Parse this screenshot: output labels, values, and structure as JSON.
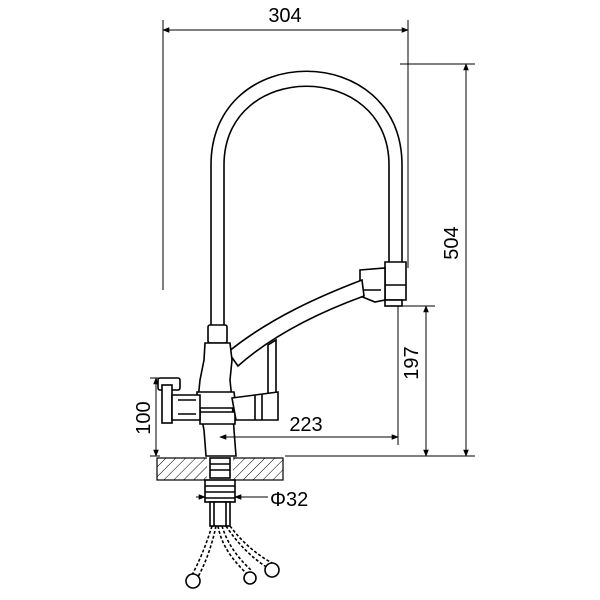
{
  "dimensions": {
    "overall_width": "304",
    "overall_height": "504",
    "spout_height": "197",
    "spout_reach": "223",
    "body_height": "100",
    "shank_diameter": "Φ32"
  },
  "colors": {
    "line": "#000000",
    "background": "#ffffff"
  }
}
